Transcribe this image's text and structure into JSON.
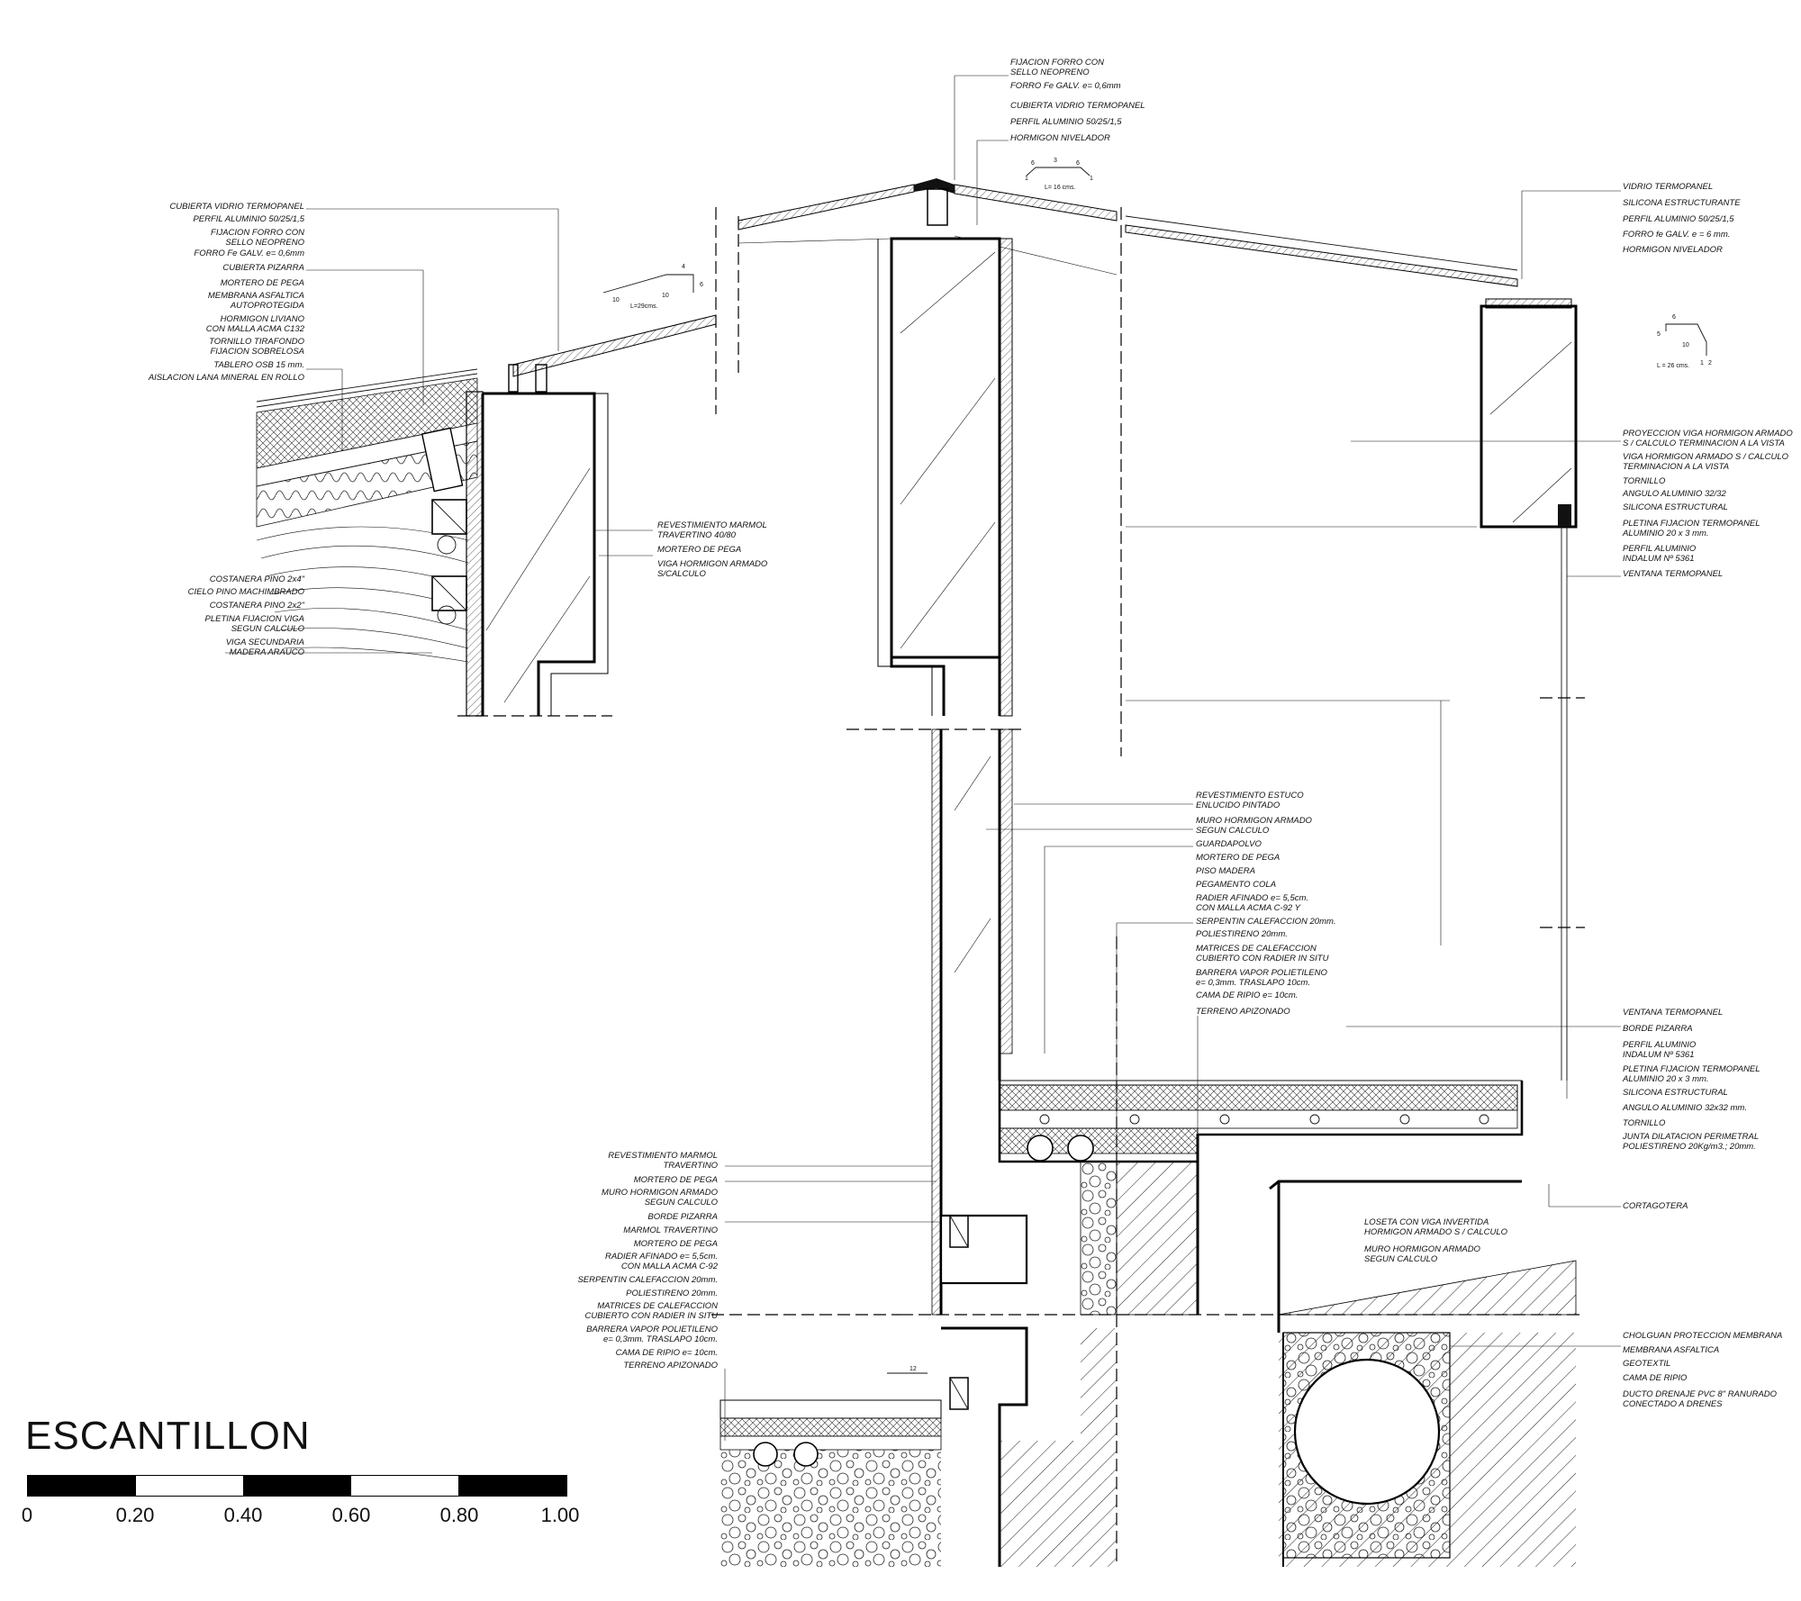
{
  "title": "ESCANTILLON",
  "scale": {
    "ticks": [
      "0",
      "0.20",
      "0.40",
      "0.60",
      "0.80",
      "1.00"
    ],
    "segments": 5
  },
  "left_labels": [
    "CUBIERTA VIDRIO TERMOPANEL",
    "PERFIL ALUMINIO 50/25/1,5",
    "FIJACION FORRO CON",
    "SELLO NEOPRENO",
    "FORRO Fe GALV. e= 0,6mm",
    "CUBIERTA PIZARRA",
    "MORTERO DE PEGA",
    "MEMBRANA ASFALTICA",
    "AUTOPROTEGIDA",
    "HORMIGON LIVIANO",
    "CON MALLA ACMA C132",
    "TORNILLO TIRAFONDO",
    "FIJACION SOBRELOSA",
    "TABLERO OSB 15 mm.",
    "AISLACION LANA MINERAL EN ROLLO",
    "COSTANERA PINO 2x4\"",
    "CIELO PINO MACHIMBRADO",
    "COSTANERA PINO 2x2\"",
    "PLETINA FIJACION VIGA",
    "SEGUN CALCULO",
    "VIGA SECUNDARIA",
    "MADERA ARAUCO"
  ],
  "left_beam_labels": [
    "REVESTIMIENTO MARMOL",
    "TRAVERTINO 40/80",
    "MORTERO DE PEGA",
    "VIGA HORMIGON ARMADO",
    "S/CALCULO"
  ],
  "top_labels": [
    "FIJACION FORRO CON",
    "SELLO NEOPRENO",
    "FORRO Fe GALV. e= 0,6mm",
    "CUBIERTA VIDRIO TERMOPANEL",
    "PERFIL ALUMINIO 50/25/1,5",
    "HORMIGON NIVELADOR"
  ],
  "right_top_labels": [
    "VIDRIO TERMOPANEL",
    "SILICONA ESTRUCTURANTE",
    "PERFIL ALUMINIO 50/25/1,5",
    "FORRO fe GALV. e = 6 mm.",
    "HORMIGON NIVELADOR"
  ],
  "right_mid_labels": [
    "PROYECCION VIGA HORMIGON ARMADO",
    "S / CALCULO TERMINACION A LA VISTA",
    "VIGA HORMIGON ARMADO S / CALCULO",
    "TERMINACION A LA VISTA",
    "TORNILLO",
    "ANGULO ALUMINIO 32/32",
    "SILICONA ESTRUCTURAL",
    "PLETINA FIJACION TERMOPANEL",
    "ALUMINIO 20 x 3 mm.",
    "PERFIL ALUMINIO",
    "INDALUM Nº 5361",
    "VENTANA TERMOPANEL"
  ],
  "center_labels": [
    "REVESTIMIENTO ESTUCO",
    "ENLUCIDO PINTADO",
    "MURO HORMIGON ARMADO",
    "SEGUN CALCULO",
    "GUARDAPOLVO",
    "MORTERO DE PEGA",
    "PISO MADERA",
    "PEGAMENTO COLA",
    "RADIER AFINADO e= 5,5cm.",
    "CON MALLA ACMA C-92 Y",
    "SERPENTIN CALEFACCION 20mm.",
    "POLIESTIRENO 20mm.",
    "MATRICES DE CALEFACCION",
    "CUBIERTO CON RADIER IN SITU",
    "BARRERA VAPOR POLIETILENO",
    "e= 0,3mm. TRASLAPO 10cm.",
    "CAMA DE RIPIO e= 10cm.",
    "TERRENO APIZONADO"
  ],
  "right_low_labels": [
    "VENTANA TERMOPANEL",
    "BORDE PIZARRA",
    "PERFIL ALUMINIO",
    "INDALUM Nº 5361",
    "PLETINA FIJACION TERMOPANEL",
    "ALUMINIO 20 x 3 mm.",
    "SILICONA ESTRUCTURAL",
    "ANGULO ALUMINIO 32x32 mm.",
    "TORNILLO",
    "JUNTA DILATACION PERIMETRAL",
    "POLIESTIRENO 20Kg/m3.; 20mm.",
    "CORTAGOTERA"
  ],
  "bottom_left_labels": [
    "REVESTIMIENTO MARMOL",
    "TRAVERTINO",
    "MORTERO DE PEGA",
    "MURO HORMIGON ARMADO",
    "SEGUN CALCULO",
    "BORDE PIZARRA",
    "MARMOL TRAVERTINO",
    "MORTERO DE PEGA",
    "RADIER AFINADO e= 5,5cm.",
    "CON MALLA ACMA C-92",
    "SERPENTIN CALEFACCION 20mm.",
    "POLIESTIRENO 20mm.",
    "MATRICES DE CALEFACCION",
    "CUBIERTO CON RADIER IN SITU",
    "BARRERA VAPOR POLIETILENO",
    "e= 0,3mm. TRASLAPO 10cm.",
    "CAMA DE RIPIO e= 10cm.",
    "TERRENO APIZONADO"
  ],
  "bottom_center_labels": [
    "LOSETA CON VIGA INVERTIDA",
    "HORMIGON ARMADO S / CALCULO",
    "MURO HORMIGON ARMADO",
    "SEGUN CALCULO"
  ],
  "bottom_right_labels": [
    "CHOLGUAN PROTECCION MEMBRANA",
    "MEMBRANA ASFALTICA",
    "GEOTEXTIL",
    "CAMA DE RIPIO",
    "DUCTO DRENAJE PVC 8\" RANURADO",
    "CONECTADO A DRENES"
  ],
  "flashing_dims": {
    "left": {
      "a": "4",
      "b": "6",
      "c": "10",
      "d": "10",
      "len": "L=29cms."
    },
    "top": {
      "a": "6",
      "b": "3",
      "c": "6",
      "d": "1",
      "e": "1",
      "len": "L= 16 cms."
    },
    "right": {
      "a": "6",
      "b": "5",
      "c": "10",
      "d": "1",
      "e": "2",
      "len": "L = 26 cms."
    }
  },
  "dim_12": "12"
}
